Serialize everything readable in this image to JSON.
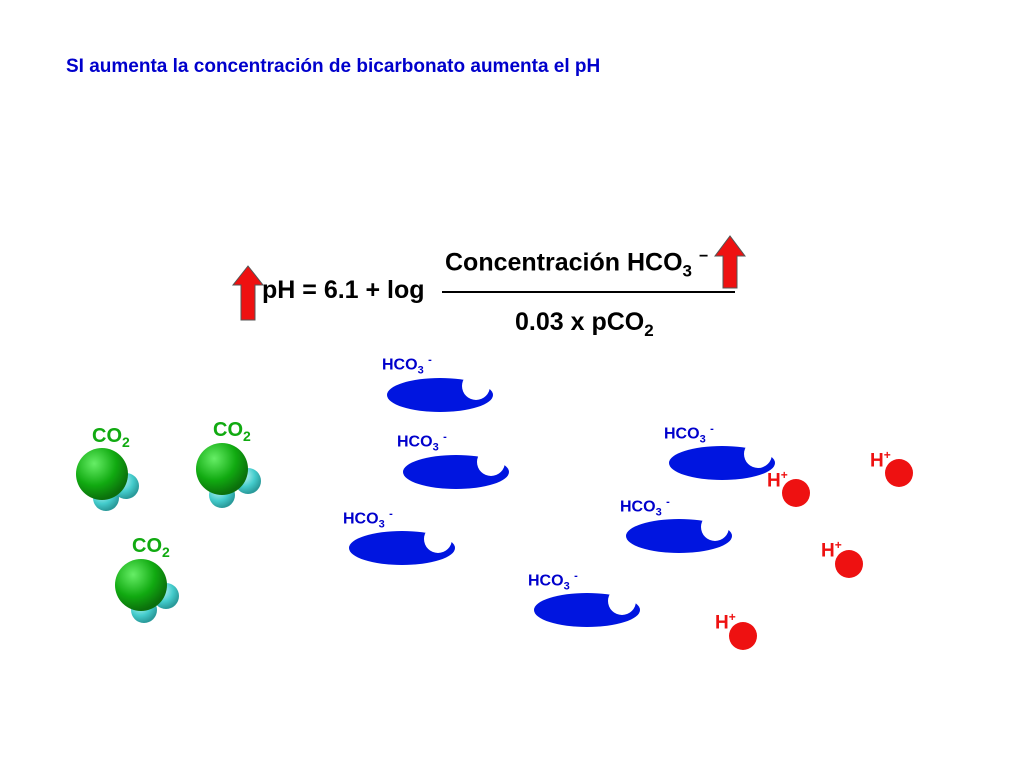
{
  "title": "SI aumenta la concentración de bicarbonato aumenta el pH",
  "equation": {
    "left": "pH = 6.1 + log",
    "numerator_main": "Concentración HCO",
    "numerator_sub": "3",
    "numerator_sup": "−",
    "denominator_main": "0.03 x pCO",
    "denominator_sub": "2"
  },
  "molecules": {
    "co2": {
      "main": "CO",
      "sub": "2",
      "count": 3,
      "big_color": "#119911",
      "small_color": "#44cccc"
    },
    "hco3": {
      "main": "HCO",
      "sub": "3",
      "sup": "-",
      "count": 6,
      "color": "#0015e0"
    },
    "h": {
      "main": "H",
      "sup": "+",
      "count": 4,
      "color": "#ee1111"
    }
  },
  "colors": {
    "title": "#0000cc",
    "arrow": "#ee1111",
    "co2_label": "#11aa11",
    "hco3_label": "#0000cc",
    "h_label": "#ee1111"
  }
}
